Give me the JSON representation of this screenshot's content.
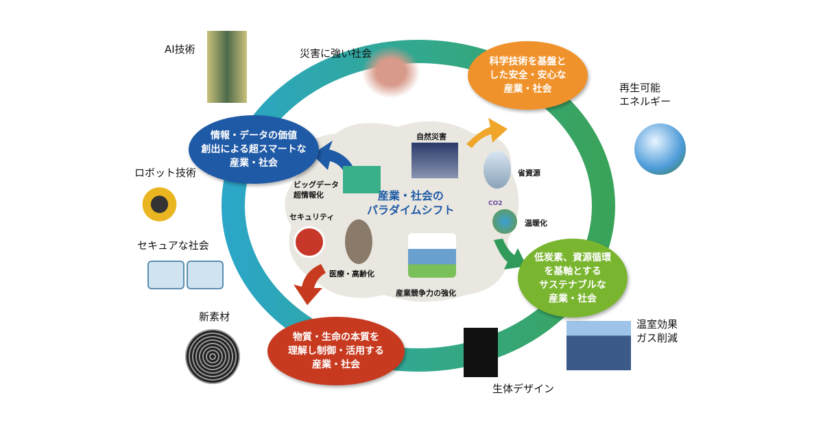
{
  "center_title": [
    "産業・社会の",
    "パラダイムシフト"
  ],
  "bubbles": {
    "info": [
      "情報・データの価値",
      "創出による超スマートな",
      "産業・社会"
    ],
    "science": [
      "科学技術を基盤と",
      "した安全・安心な",
      "産業・社会"
    ],
    "lowcarbon": [
      "低炭素、資源循環",
      "を基軸とする",
      "サステナブルな",
      "産業・社会"
    ],
    "matter": [
      "物質・生命の本質を",
      "理解し制御・活用する",
      "産業・社会"
    ]
  },
  "inner_labels": {
    "disaster": "自然災害",
    "resources": "省資源",
    "warming": "温暖化",
    "bigdata": [
      "ビッグデータ",
      "超情報化"
    ],
    "security": "セキュリティ",
    "medical": "医療・高齢化",
    "competitiveness": "産業競争力の強化"
  },
  "outer_labels": {
    "ai": "AI技術",
    "resilient": "災害に強い社会",
    "renewable": [
      "再生可能",
      "エネルギー"
    ],
    "robot": "ロボット技術",
    "secure": "セキュアな社会",
    "material": "新素材",
    "ghg": [
      "温室効果",
      "ガス削減"
    ],
    "bio": "生体デザイン"
  },
  "co2": "CO2",
  "colors": {
    "blue": "#1f5aa6",
    "orange": "#f0922b",
    "green": "#79b52e",
    "red": "#c83a20",
    "ring_left": "#2ba6c6",
    "ring_right": "#3aa35a",
    "cloud": "#e9e7e0"
  }
}
